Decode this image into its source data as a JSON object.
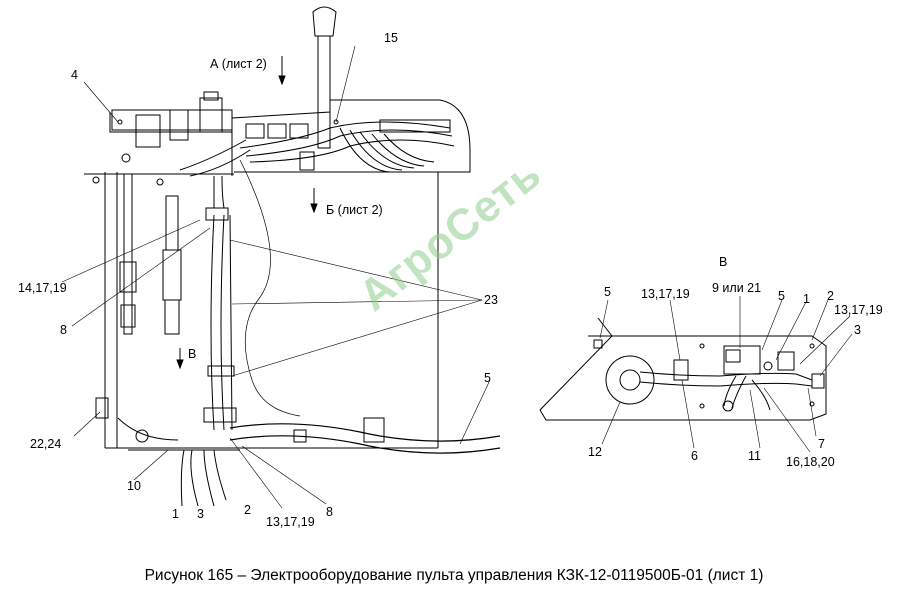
{
  "watermark": "АгроСеть",
  "caption": "Рисунок 165 – Электрооборудование пульта управления КЗК-12-0119500Б-01 (лист 1)",
  "view_labels": {
    "view_a": "А (лист 2)",
    "view_b": "Б (лист 2)",
    "view_v_arrow": "В",
    "view_v_title": "В"
  },
  "callouts": {
    "c15": "15",
    "c4": "4",
    "c14_17_19": "14,17,19",
    "c8_left": "8",
    "c23": "23",
    "c5_main": "5",
    "c22_24": "22,24",
    "c10": "10",
    "c1_main": "1",
    "c3_main": "3",
    "c2_main": "2",
    "c13_17_19_main": "13,17,19",
    "c8_bottom": "8",
    "d5_left": "5",
    "d13_17_19_a": "13,17,19",
    "d9_or_21": "9 или 21",
    "d5_right": "5",
    "d1": "1",
    "d2": "2",
    "d13_17_19_b": "13,17,19",
    "d3": "3",
    "d12": "12",
    "d6": "6",
    "d11": "11",
    "d16_18_20": "16,18,20",
    "d7": "7"
  }
}
